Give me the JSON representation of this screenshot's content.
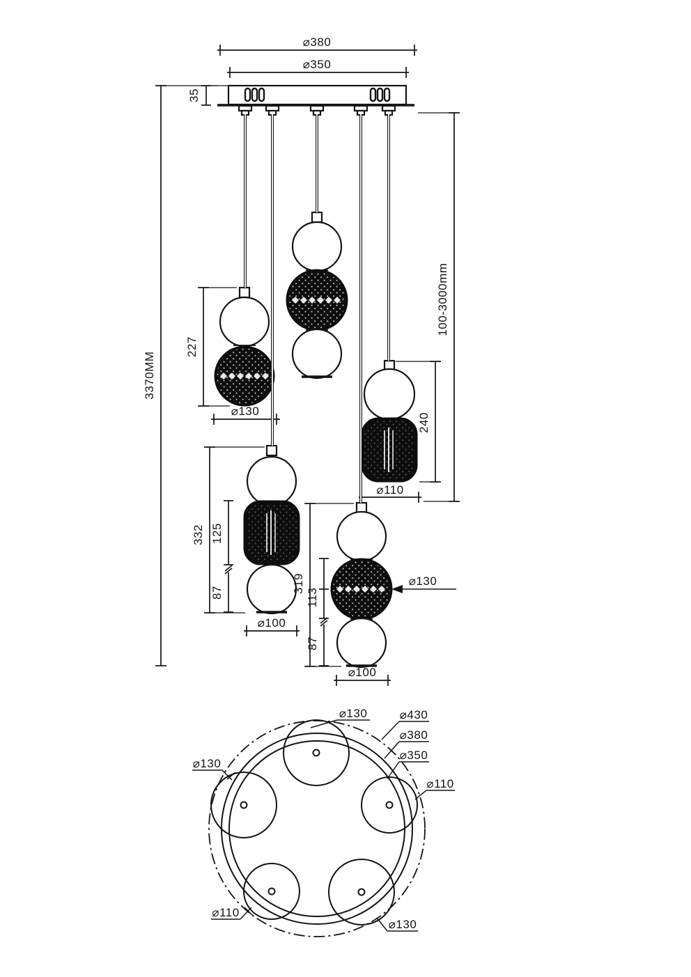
{
  "meta": {
    "subject": "5-light pendant chandelier dimensional drawing",
    "colors": {
      "line": "#141414",
      "background": "#ffffff",
      "shade_fill": "#0d0d0d"
    }
  },
  "elevation": {
    "dim_380": "⌀380",
    "dim_350": "⌀350",
    "dim_35": "35",
    "dim_total": "3370MM",
    "dim_range": "100-3000mm",
    "p1_height": "227",
    "p1_dia": "⌀130",
    "p2_height": "332",
    "p2_shade": "125",
    "p2_ball": "87",
    "p2_dia": "⌀100",
    "p4_height": "240",
    "p4_dia": "⌀110",
    "p5_height": "319",
    "p5_shade": "113",
    "p5_ball": "87",
    "p5_dia": "⌀100",
    "p5_shade_dia": "⌀130"
  },
  "plan": {
    "dia_top": "⌀130",
    "dia_left": "⌀130",
    "dia_right": "⌀110",
    "dia_bottom_left": "⌀110",
    "dia_bottom_right": "⌀130",
    "dia_trim": "⌀430",
    "dia_canopy": "⌀380",
    "dia_mount": "⌀350"
  }
}
